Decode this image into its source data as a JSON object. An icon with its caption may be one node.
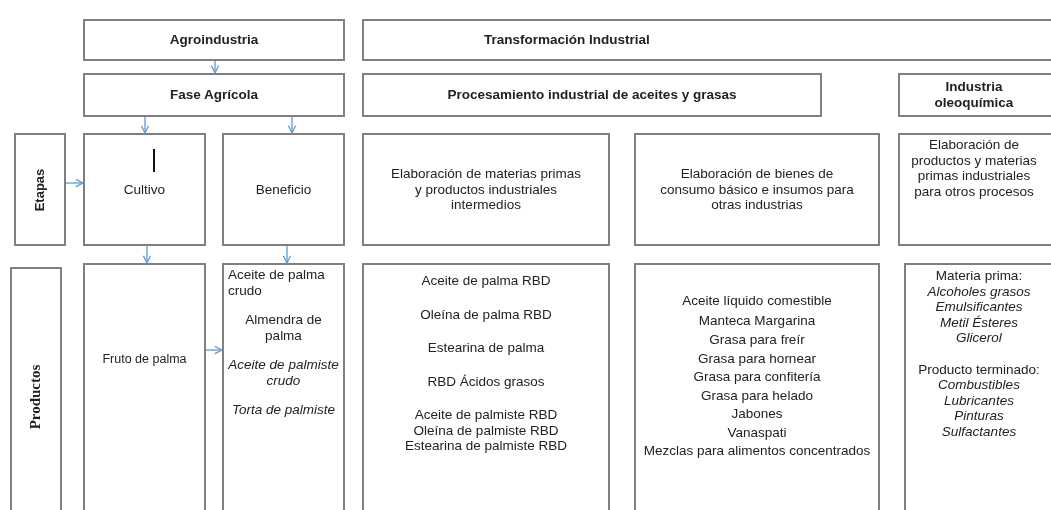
{
  "diagram": {
    "nodes": [
      {
        "text": [
          "Agroindustria"
        ]
      },
      {
        "text": [
          "Transformación Industrial"
        ]
      },
      {
        "text": [
          "Fase Agrícola"
        ]
      },
      {
        "text": [
          "Procesamiento industrial de aceites y grasas"
        ]
      },
      {
        "text": [
          "Industria oleoquímica"
        ]
      },
      {
        "text": [
          "Etapas"
        ]
      },
      {
        "text": [
          "Cultivo"
        ]
      },
      {
        "text": [
          "Beneficio"
        ]
      },
      {
        "text": [
          "Elaboración de materias primas y productos industriales intermedios"
        ]
      },
      {
        "text": [
          "Elaboración de bienes de consumo básico e insumos para otras industrias"
        ]
      },
      {
        "text": [
          "Elaboración de productos y materias primas industriales para otros procesos"
        ]
      },
      {
        "text": [
          "Productos"
        ]
      },
      {
        "text": [
          "Fruto de palma"
        ]
      },
      {
        "text": [
          "Aceite de palma crudo",
          "Almendra de palma",
          "*Aceite de palmiste crudo*",
          "*Torta de palmiste*"
        ]
      },
      {
        "text": [
          "Aceite de palma RBD",
          "Oleína de palma RBD",
          "Estearina de palma",
          "RBD Ácidos grasos",
          "Aceite de palmiste RBD",
          "Oleína de palmiste RBD",
          "Estearina de palmiste RBD"
        ]
      },
      {
        "text": [
          "Aceite líquido comestible",
          "Manteca Margarina",
          "Grasa para freír",
          "Grasa para hornear",
          "Grasa para confitería",
          "Grasa para helado",
          "Jabones",
          "Vanaspati",
          "Mezclas para alimentos concentrados"
        ]
      },
      {
        "text": [
          "Materia prima:",
          "*Alcoholes grasos*",
          "*Emulsificantes*",
          "*Metil Ésteres*",
          "*Glicerol*",
          "Producto terminado:",
          "*Combustibles*",
          "*Lubricantes*",
          "*Pinturas*",
          "*Sulfactantes*"
        ]
      }
    ],
    "edges": [
      {
        "from": 0,
        "to": 2,
        "arrow": "to",
        "color": "#5b9bd5"
      },
      {
        "from": 2,
        "to": 6,
        "arrow": "to",
        "color": "#5b9bd5"
      },
      {
        "from": 2,
        "to": 7,
        "arrow": "to",
        "color": "#5b9bd5"
      },
      {
        "from": 5,
        "to": 6,
        "arrow": "to",
        "color": "#5b9bd5"
      },
      {
        "from": 6,
        "to": 12,
        "arrow": "to",
        "color": "#5b9bd5"
      },
      {
        "from": 7,
        "to": 13,
        "arrow": "to",
        "color": "#5b9bd5"
      },
      {
        "from": 12,
        "to": 13,
        "arrow": "to",
        "color": "#5b9bd5"
      }
    ]
  }
}
